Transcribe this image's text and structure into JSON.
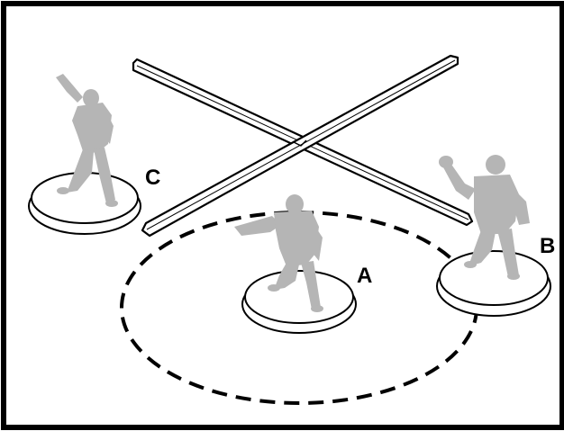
{
  "labels": {
    "a": "A",
    "b": "B",
    "c": "C"
  },
  "colors": {
    "frame": "#000000",
    "miniature": "#b5b5b5",
    "base_stroke": "#000000",
    "background": "#ffffff"
  },
  "elements": {
    "range_ruler": "crossed-range-ruler",
    "radius_marker": "dashed-ellipse"
  }
}
